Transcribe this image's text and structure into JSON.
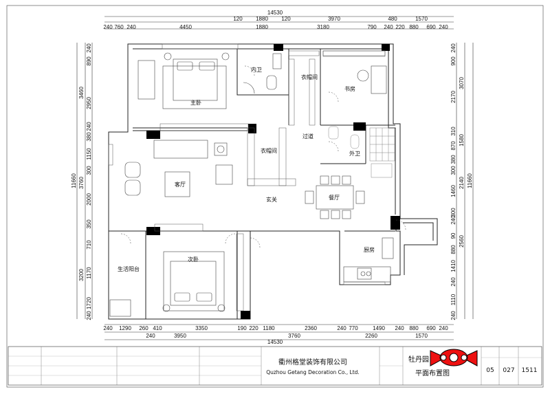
{
  "dims": {
    "top_overall": "14530",
    "top_row1": [
      "120",
      "1880",
      "120",
      "3970",
      "480",
      "1570"
    ],
    "top_row2": [
      "240",
      "760",
      "240",
      "4450",
      "1880",
      "3180",
      "790",
      "240",
      "220",
      "880",
      "690",
      "240"
    ],
    "bottom_row1": [
      "240",
      "1290",
      "260",
      "410",
      "3350",
      "190",
      "220",
      "1180",
      "2360",
      "240",
      "770",
      "1490",
      "240",
      "880",
      "690",
      "240"
    ],
    "bottom_row2": [
      "240",
      "3950",
      "3760",
      "2260",
      "1570"
    ],
    "bottom_overall": "14530",
    "left_overall": "11660",
    "left_row1": [
      "240",
      "890",
      "2950",
      "240",
      "380",
      "1150",
      "300",
      "2000",
      "350",
      "710",
      "1170",
      "1720",
      "240"
    ],
    "left_row2": [
      "3460",
      "3760",
      "3200"
    ],
    "right_overall": "11660",
    "right_row1": [
      "240",
      "900",
      "2170",
      "310",
      "870",
      "380",
      "300",
      "1460",
      "300",
      "240",
      "90",
      "880",
      "1410",
      "240",
      "1110",
      "240"
    ],
    "right_row2": [
      "3070",
      "1580",
      "2140",
      "2560"
    ]
  },
  "rooms": {
    "master_bedroom": "主卧",
    "inner_bath": "内卫",
    "wardrobe_1": "衣帽间",
    "study": "书房",
    "wardrobe_2": "衣帽间",
    "corridor": "过道",
    "outer_bath": "外卫",
    "living_room": "客厅",
    "entrance": "玄关",
    "dining_room": "餐厅",
    "second_bedroom": "次卧",
    "kitchen": "厨房",
    "balcony": "生活阳台"
  },
  "title_block": {
    "company_cn": "衢州格堂装饰有限公司",
    "company_en": "Quzhou Getang Decoration Co., Ltd.",
    "project": "牡丹园",
    "drawing_title": "平面布置图",
    "sheet": "05",
    "number": "027",
    "code": "1511"
  }
}
